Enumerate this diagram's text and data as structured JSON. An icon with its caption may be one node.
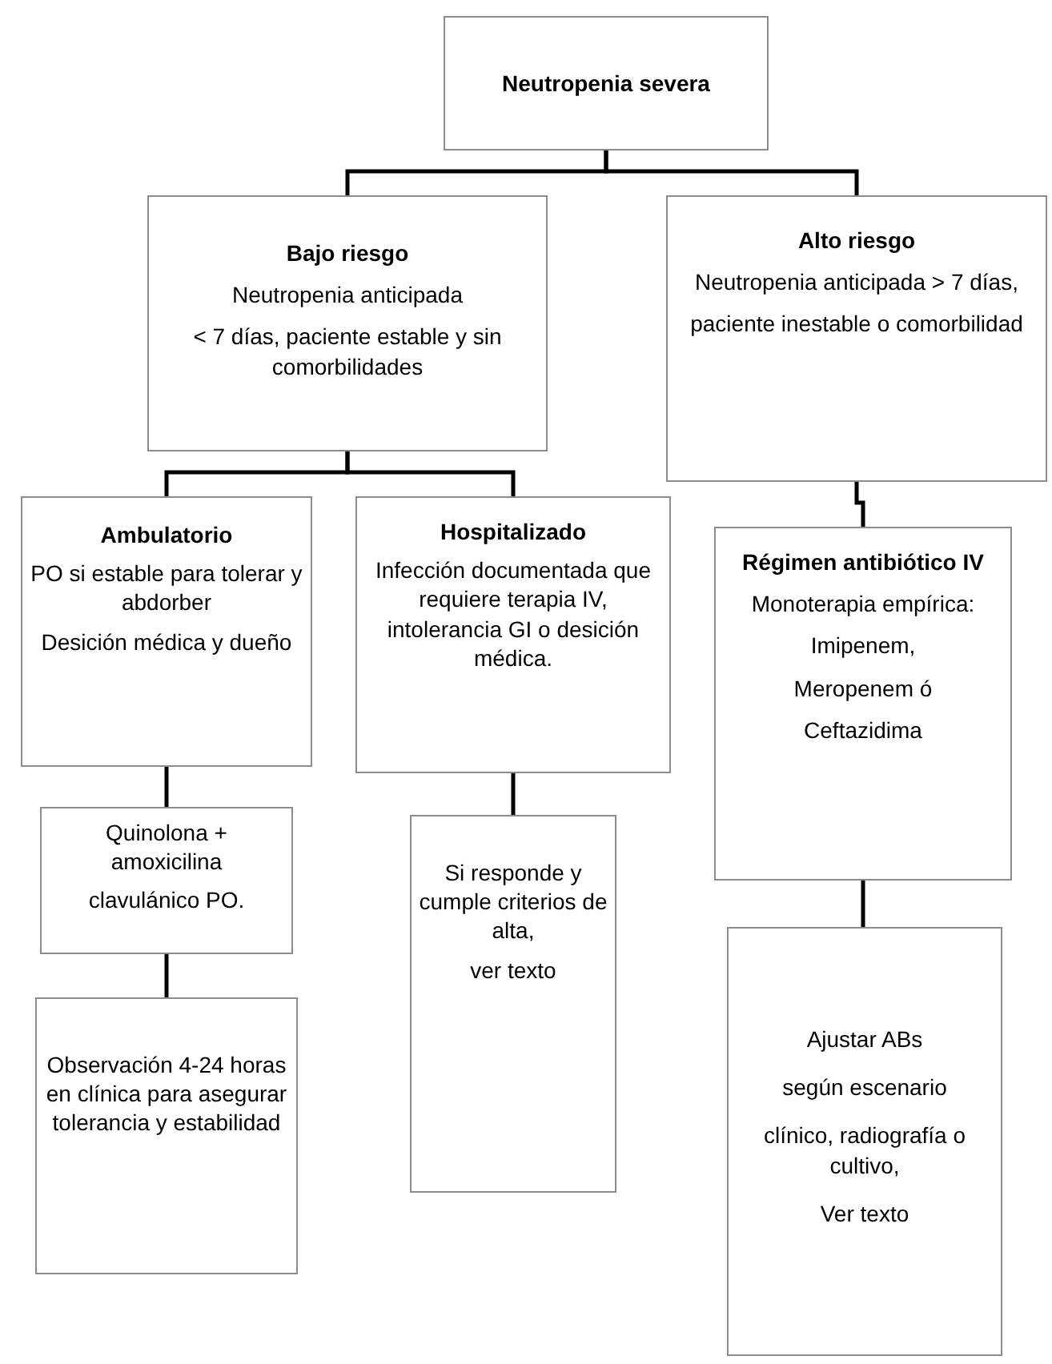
{
  "diagram": {
    "nodes": [
      {
        "text": [
          "Neutropenia severa"
        ]
      },
      {
        "text": [
          "Bajo riesgo",
          "Neutropenia anticipada",
          "< 7 días, paciente estable y sin comorbilidades"
        ]
      },
      {
        "text": [
          "Alto riesgo",
          "Neutropenia anticipada > 7 días,",
          "paciente inestable  o comorbilidad"
        ]
      },
      {
        "text": [
          "Ambulatorio",
          "PO si estable para tolerar y abdorber",
          "Desición médica y dueño"
        ]
      },
      {
        "text": [
          "Hospitalizado",
          "Infección documentada que requiere terapia IV, intolerancia GI o desición médica."
        ]
      },
      {
        "text": [
          "Régimen antibiótico IV",
          "Monoterapia empírica:",
          "Imipenem,",
          "Meropenem ó",
          "Ceftazidima"
        ]
      },
      {
        "text": [
          "Quinolona + amoxicilina",
          "clavulánico PO."
        ]
      },
      {
        "text": [
          "Si responde y cumple criterios de alta,",
          "ver texto"
        ]
      },
      {
        "text": [
          "Observación 4-24 horas en clínica para asegurar tolerancia y estabilidad"
        ]
      },
      {
        "text": [
          "Ajustar ABs",
          "según escenario",
          "clínico, radiografía o cultivo,",
          "Ver texto"
        ]
      }
    ],
    "edges": [
      {
        "from": 0,
        "to": 1,
        "arrow": "none"
      },
      {
        "from": 0,
        "to": 2,
        "arrow": "none"
      },
      {
        "from": 1,
        "to": 3,
        "arrow": "none"
      },
      {
        "from": 1,
        "to": 4,
        "arrow": "none"
      },
      {
        "from": 2,
        "to": 5,
        "arrow": "none"
      },
      {
        "from": 3,
        "to": 6,
        "arrow": "none"
      },
      {
        "from": 4,
        "to": 7,
        "arrow": "none"
      },
      {
        "from": 5,
        "to": 9,
        "arrow": "none"
      },
      {
        "from": 6,
        "to": 8,
        "arrow": "none"
      }
    ]
  }
}
